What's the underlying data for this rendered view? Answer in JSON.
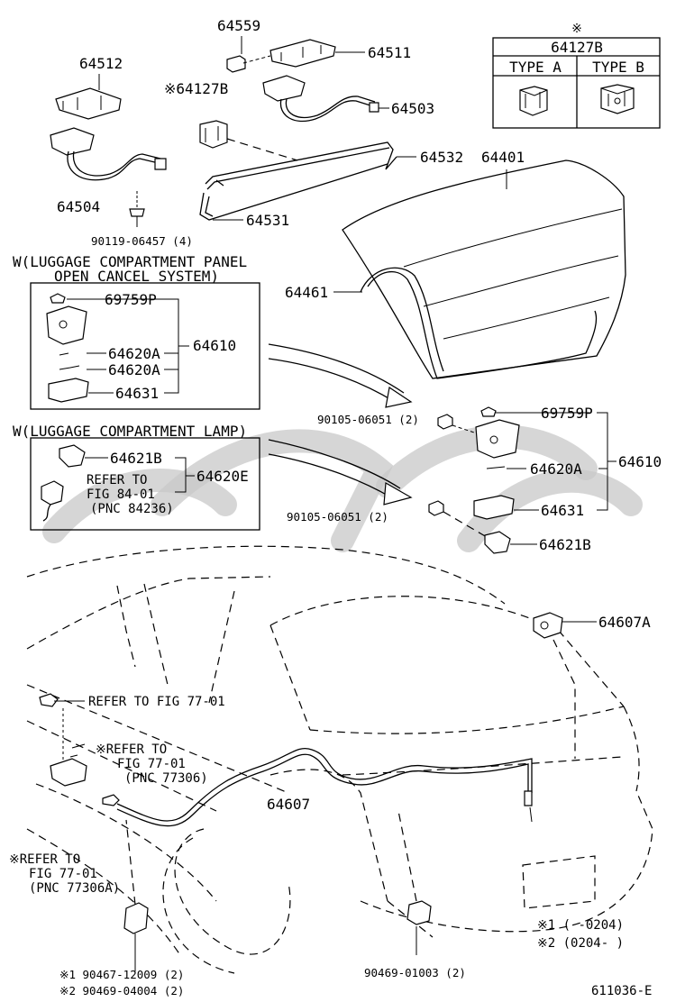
{
  "diagram_id": "611036-E",
  "box_header": {
    "mark": "※",
    "part_no": "64127B",
    "type_a": "TYPE A",
    "type_b": "TYPE B"
  },
  "parts": {
    "p64559": "64559",
    "p64511": "64511",
    "p64512": "64512",
    "p64127b": "※64127B",
    "p64503": "64503",
    "p64532": "64532",
    "p64401": "64401",
    "p64504": "64504",
    "p64531": "64531",
    "p90119": "90119-06457 (4)",
    "p64461": "64461",
    "p69759p_a": "69759P",
    "p64610_a": "64610",
    "p64620a_a1": "64620A",
    "p64620a_a2": "64620A",
    "p64631_a": "64631",
    "p64621b_a": "64621B",
    "p64620e": "64620E",
    "p90105_top": "90105-06051 (2)",
    "p69759p_b": "69759P",
    "p64620a_b": "64620A",
    "p64610_b": "64610",
    "p90105_bot": "90105-06051 (2)",
    "p64631_b": "64631",
    "p64621b_b": "64621B",
    "p64607a": "64607A",
    "p64607": "64607",
    "p90469_01003": "90469-01003 (2)"
  },
  "notes": {
    "cancel_line1": "W(LUGGAGE COMPARTMENT PANEL",
    "cancel_line2": "OPEN CANCEL SYSTEM)",
    "lamp_line": "W(LUGGAGE COMPARTMENT LAMP)",
    "refer_to": "REFER TO",
    "fig_84": "FIG 84-01",
    "pnc_84236": "(PNC 84236)",
    "refer_77_a": "REFER TO FIG 77-01",
    "refer_77_b1": "※REFER TO",
    "refer_77_b2": "FIG 77-01",
    "refer_77_b3": "(PNC 77306)",
    "refer_77_c1": "※REFER TO",
    "refer_77_c2": "FIG 77-01",
    "refer_77_c3": "(PNC 77306A)",
    "fastener_1": "※1 90467-12009 (2)",
    "fastener_2": "※2 90469-04004 (2)",
    "legend_1": "※1 (     -0204)",
    "legend_2": "※2 (0204-      )"
  }
}
